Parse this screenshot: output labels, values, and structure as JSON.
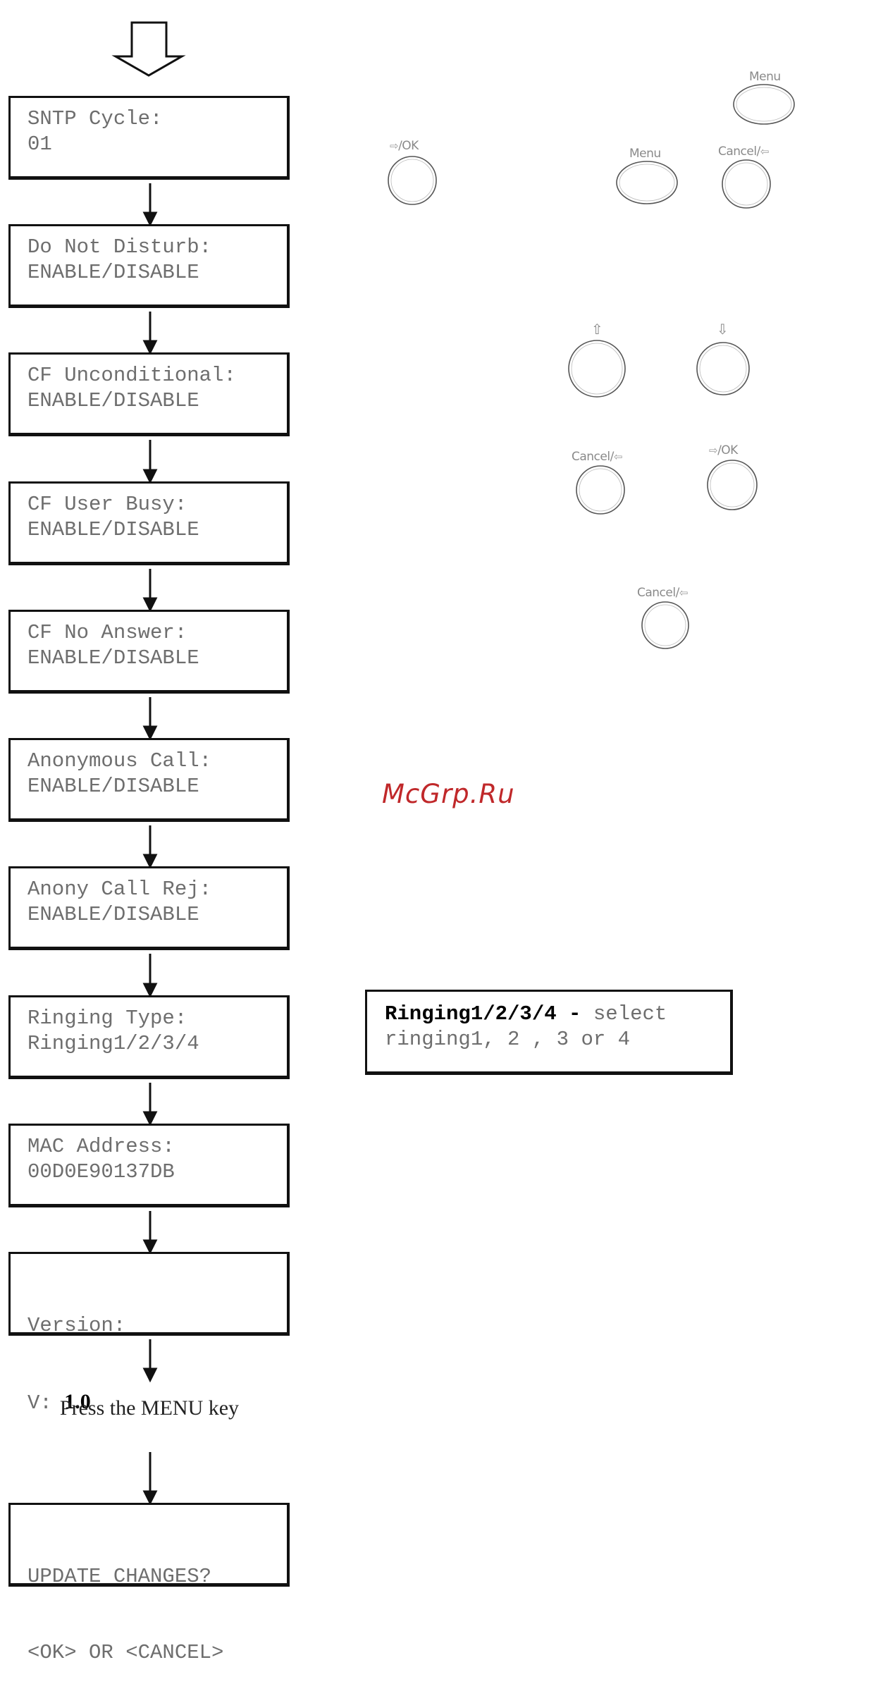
{
  "screens": [
    {
      "line1": "SNTP Cycle:",
      "line2": "01"
    },
    {
      "line1": "Do Not Disturb:",
      "line2": "ENABLE/DISABLE"
    },
    {
      "line1": "CF Unconditional:",
      "line2": "ENABLE/DISABLE"
    },
    {
      "line1": "CF User Busy:",
      "line2": "ENABLE/DISABLE"
    },
    {
      "line1": "CF No Answer:",
      "line2": "ENABLE/DISABLE"
    },
    {
      "line1": "Anonymous Call:",
      "line2": "ENABLE/DISABLE"
    },
    {
      "line1": "Anony Call Rej:",
      "line2": "ENABLE/DISABLE"
    },
    {
      "line1": "Ringing Type:",
      "line2": "Ringing1/2/3/4"
    },
    {
      "line1": "MAC Address:",
      "line2": "00D0E90137DB"
    }
  ],
  "version_screen": {
    "line1": "Version:",
    "line2_prefix": "V:",
    "line2_value": "1.0"
  },
  "press_text": "Press the MENU key",
  "update_screen": {
    "line1": "UPDATE CHANGES?",
    "line2": "<OK> OR <CANCEL>"
  },
  "note": {
    "bold": "Ringing1/2/3/4 -",
    "rest_line1": " select",
    "line2": "ringing1, 2 , 3 or 4"
  },
  "buttons": {
    "ok_label": "/OK",
    "menu_label": "Menu",
    "cancel_label": "Cancel/",
    "right_glyph": "⇨",
    "left_glyph": "⇦",
    "up_glyph": "⇧",
    "down_glyph": "⇩"
  },
  "watermark": "McGrp.Ru"
}
